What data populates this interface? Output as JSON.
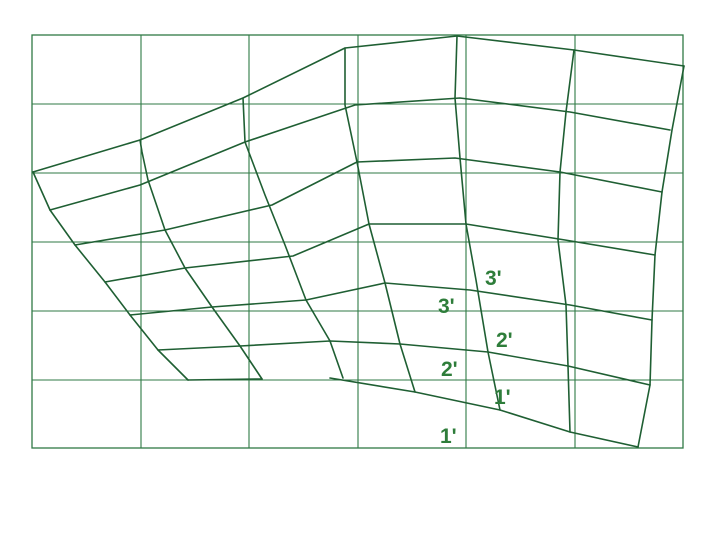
{
  "colors": {
    "grid": "#2f7a45",
    "warp": "#1f5f33",
    "label": "#2e7d3a",
    "background": "#ffffff"
  },
  "labels": {
    "upper_1": "1'",
    "upper_2": "2'",
    "upper_3": "3'",
    "lower_1": "1'",
    "lower_2": "2'",
    "lower_3": "3'"
  }
}
